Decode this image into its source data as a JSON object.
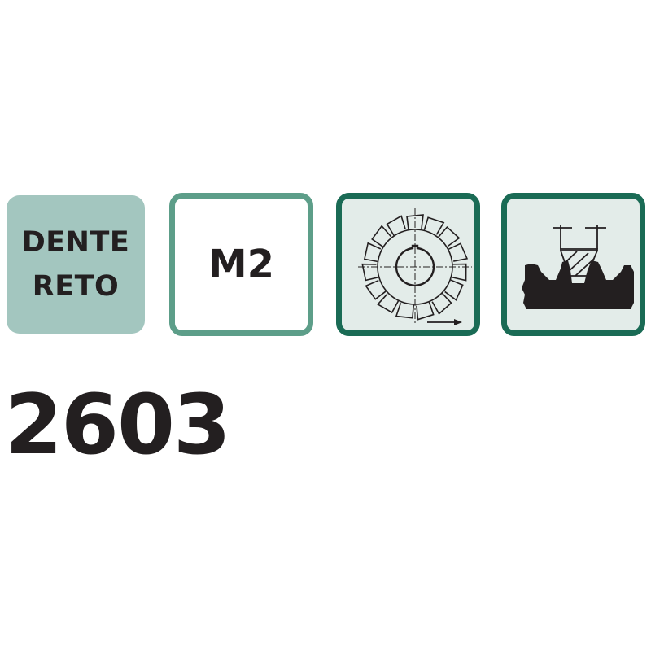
{
  "badges": [
    {
      "type": "text",
      "lines": [
        "DENTE",
        "RETO"
      ],
      "background": "#a3c6bf"
    },
    {
      "type": "text",
      "label": "M2",
      "border": "#5d9e89"
    },
    {
      "type": "icon",
      "icon": "gear-cutter-rotation-icon",
      "border": "#1a6b55"
    },
    {
      "type": "icon",
      "icon": "gear-milling-icon",
      "border": "#1a6b55"
    }
  ],
  "product_code": "2603"
}
